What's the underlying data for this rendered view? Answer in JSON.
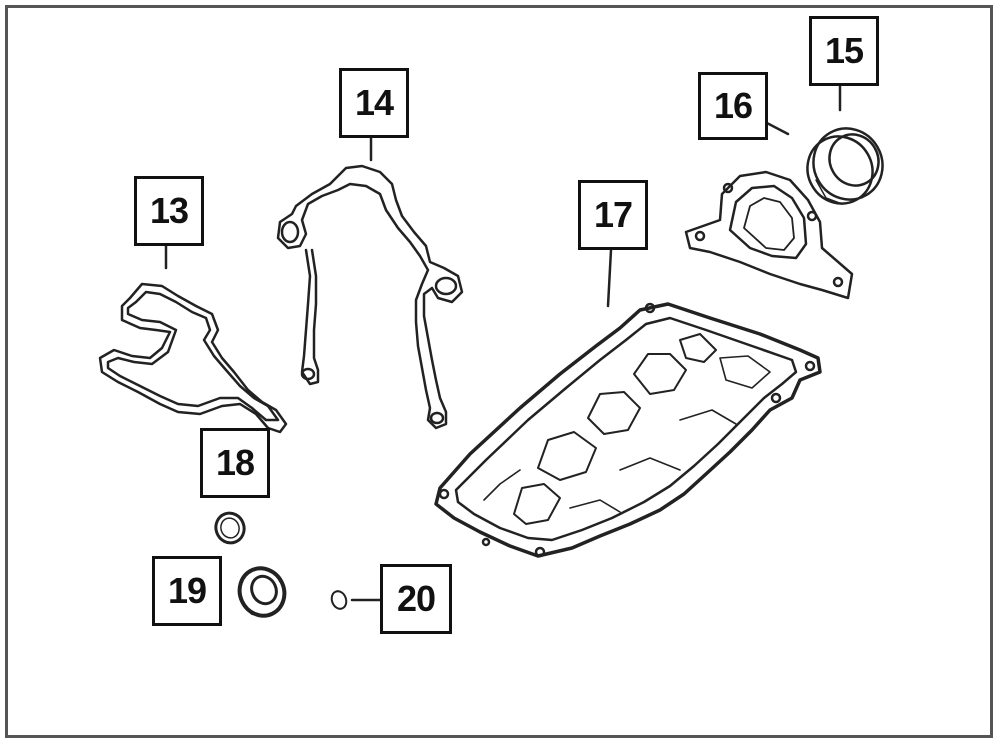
{
  "diagram": {
    "callouts": [
      {
        "id": "13",
        "label": "13"
      },
      {
        "id": "14",
        "label": "14"
      },
      {
        "id": "15",
        "label": "15"
      },
      {
        "id": "16",
        "label": "16"
      },
      {
        "id": "17",
        "label": "17"
      },
      {
        "id": "18",
        "label": "18"
      },
      {
        "id": "19",
        "label": "19"
      },
      {
        "id": "20",
        "label": "20"
      }
    ]
  }
}
